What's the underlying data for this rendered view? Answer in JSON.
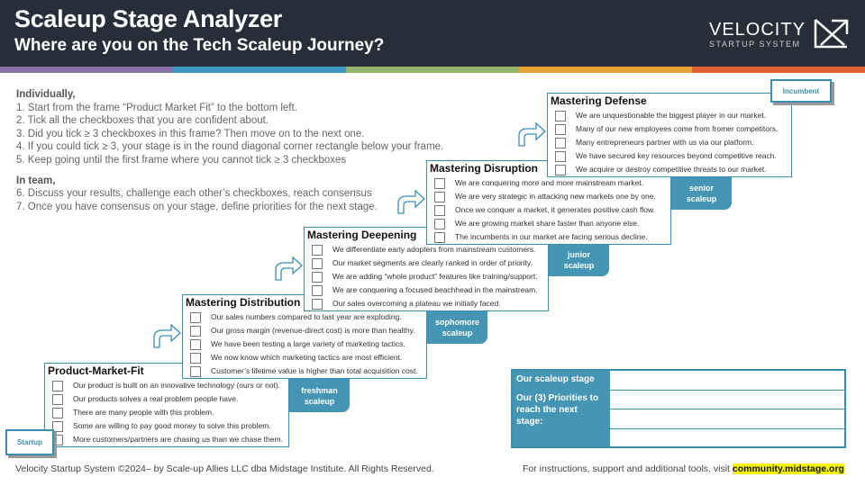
{
  "header": {
    "title": "Scaleup Stage Analyzer",
    "subtitle": "Where are you on the Tech Scaleup Journey?",
    "logo_main": "VELOCITY",
    "logo_sub": "STARTUP SYSTEM",
    "logo_icon": "velocity-arrow-logo-icon"
  },
  "stripe_colors": [
    "#8a72a8",
    "#3f97bf",
    "#93b36b",
    "#e5a234",
    "#e0612f"
  ],
  "instructions": {
    "individually_heading": "Individually,",
    "individually_steps": [
      "1.  Start from the frame “Product Market Fit” to the bottom left.",
      "2.  Tick all the checkboxes that you are confident about.",
      "3.  Did you tick ≥ 3 checkboxes in this frame? Then move on to the next one.",
      "4.  If you could tick ≥ 3, your stage is in the round diagonal corner rectangle below your frame.",
      "5.  Keep going until the first frame where you cannot tick ≥ 3 checkboxes"
    ],
    "team_heading": "In team,",
    "team_steps": [
      "6.  Discuss your results, challenge each other’s checkboxes, reach consensus",
      "7.  Once you have consensus on your stage, define priorities for the next stage."
    ]
  },
  "frames": [
    {
      "title": "Product-Market-Fit",
      "stage": "freshman scaleup",
      "items": [
        "Our product is built on an innovative technology (ours or not).",
        "Our products solves a real problem people have.",
        "There are many people with this problem.",
        "Some are willing to pay good money to solve this problem.",
        "More customers/partners are chasing us than we chase them."
      ]
    },
    {
      "title": "Mastering Distribution",
      "stage": "sophomore scaleup",
      "items": [
        "Our sales numbers compared to last year are exploding.",
        "Our gross margin (revenue-direct cost) is more than healthy.",
        "We have been testing a large variety of marketing tactics.",
        "We now know which marketing tactics are most efficient.",
        "Customer’s lifetime value is higher than total acquisition cost."
      ]
    },
    {
      "title": "Mastering Deepening",
      "stage": "junior scaleup",
      "items": [
        "We differentiate early adopters from mainstream customers.",
        "Our market segments are clearly ranked in order of priority.",
        "We are adding “whole product” features like training/support.",
        "We are conquering a focused beachhead in the mainstream.",
        "Our sales overcoming a plateau we initially faced."
      ]
    },
    {
      "title": "Mastering Disruption",
      "stage": "senior scaleup",
      "items": [
        "We are conquering more and more mainstream market.",
        "We are very strategic in attacking new markets one by one.",
        "Once we conquer a market, it generates positive cash flow.",
        "We are growing market share faster than anyone else.",
        "The incumbents in our market are facing serious decline."
      ]
    },
    {
      "title": "Mastering Defense",
      "stage": "",
      "items": [
        "We are unquestionable the biggest player in our market.",
        "Many of our new employees come from fromer competitors.",
        "Many entrepreneurs partner with us via our platform.",
        "We have secured key resources beyond competitive reach.",
        "We acquire or destroy competitive threats to our market."
      ]
    }
  ],
  "start_label": "Startup",
  "end_label": "Incumbent",
  "summary": {
    "stage_label": "Our scaleup stage",
    "priorities_label": "Our (3) Priorities to reach the next stage:"
  },
  "footer": {
    "copyright": "Velocity Startup System ©2024– by Scale-up Allies LLC dba Midstage Institute. All Rights Reserved.",
    "support_text": "For instructions, support and additional tools. visit ",
    "link": "community.midstage.org"
  },
  "colors": {
    "header_bg": "#272d39",
    "accent": "#4596b5",
    "highlight": "#f5f500"
  }
}
